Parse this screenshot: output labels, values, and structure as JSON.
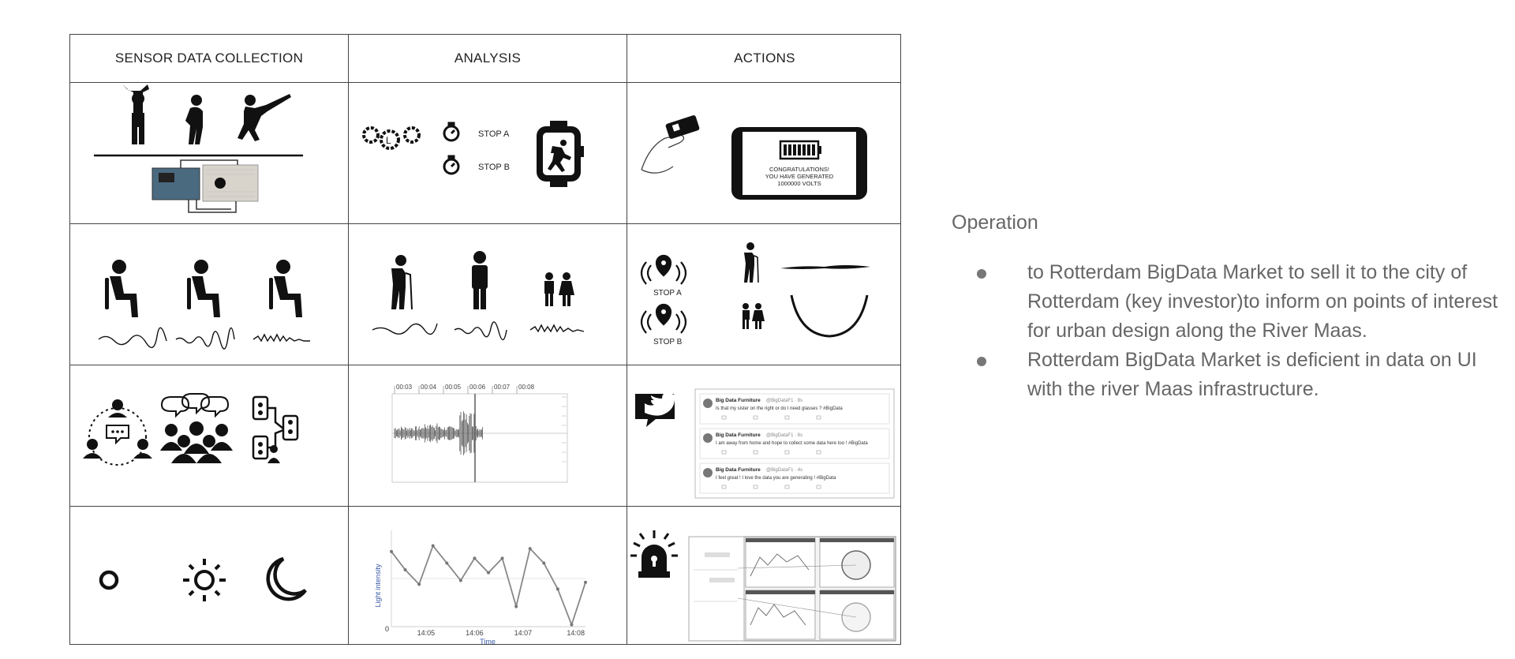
{
  "table": {
    "headers": [
      "SENSOR DATA COLLECTION",
      "ANALYSIS",
      "ACTIONS"
    ],
    "analysis_row1": {
      "stop_a": "STOP A",
      "stop_b": "STOP B"
    },
    "actions_row1": {
      "phone_text_1": "CONGRATULATIONS!",
      "phone_text_2": "YOU HAVE GENERATED",
      "phone_text_3": "1000000 VOLTS"
    },
    "actions_row2": {
      "stop_a": "STOP A",
      "stop_b": "STOP B"
    },
    "analysis_row3": {
      "time_ticks": [
        "00:03",
        "00:04",
        "00:05",
        "00:06",
        "00:07",
        "00:08"
      ]
    },
    "actions_row3": {
      "tweets": [
        {
          "author": "Big Data Furniture",
          "handle": "@BigDataF1 · 8s",
          "text": "Is that my sister on the right or do I need glasses ? #BigData"
        },
        {
          "author": "Big Data Furniture",
          "handle": "@BigDataF1 · 6s",
          "text": "I am away from home and hope to collect some data here too ! #BigData"
        },
        {
          "author": "Big Data Furniture",
          "handle": "@BigDataF1 · 4s",
          "text": "I feel great ! I love the data you are generating ! #BigData"
        }
      ]
    },
    "analysis_row4": {
      "chart_data": {
        "type": "line",
        "x": [
          0,
          1,
          2,
          3,
          4,
          5,
          6,
          7,
          8,
          9,
          10,
          11,
          12,
          13,
          14
        ],
        "values": [
          7.8,
          5.9,
          4.4,
          8.4,
          6.6,
          4.8,
          7.1,
          5.6,
          7.1,
          2.1,
          8.1,
          6.6,
          3.9,
          0.2,
          4.6
        ],
        "ylim": [
          0,
          10
        ],
        "xticks": [
          "14:05",
          "14:06",
          "14:07",
          "14:08"
        ],
        "ylabel": "Light intensity",
        "xlabel": "Time",
        "y_zero_label": "0"
      }
    }
  },
  "side": {
    "heading": "Operation",
    "bullets": [
      "to Rotterdam BigData Market to sell it to the city of Rotterdam (key investor)to inform on points of interest for urban design along the River Maas.",
      "Rotterdam BigData Market is deficient in data on UI with the river Maas infrastructure."
    ]
  },
  "icons": {
    "row1_sensor": [
      "person-arms-up-icon",
      "person-walking-icon",
      "person-climbing-icon",
      "arduino-board-icon"
    ],
    "row1_analysis": [
      "gears-icon",
      "stopwatch-icon",
      "smartwatch-icon"
    ],
    "row1_actions": [
      "hand-card-icon",
      "phone-battery-icon"
    ],
    "row2_sensor": [
      "seated-person-icon"
    ],
    "row2_analysis": [
      "elderly-person-icon",
      "adult-person-icon",
      "children-icon"
    ],
    "row2_actions": [
      "location-signal-icon",
      "elderly-person-icon",
      "children-icon",
      "smile-curve-icon"
    ],
    "row3_sensor": [
      "group-chat-icon",
      "crowd-icon",
      "chat-network-icon"
    ],
    "row3_actions": [
      "twitter-icon"
    ],
    "row4_sensor": [
      "circle-icon",
      "sun-icon",
      "moon-icon"
    ],
    "row4_actions": [
      "alarm-siren-icon",
      "dashboard-screenshot-icon"
    ]
  },
  "colors": {
    "border": "#444444",
    "icon": "#111111",
    "side_text": "#666666",
    "chart_line": "#888888"
  }
}
